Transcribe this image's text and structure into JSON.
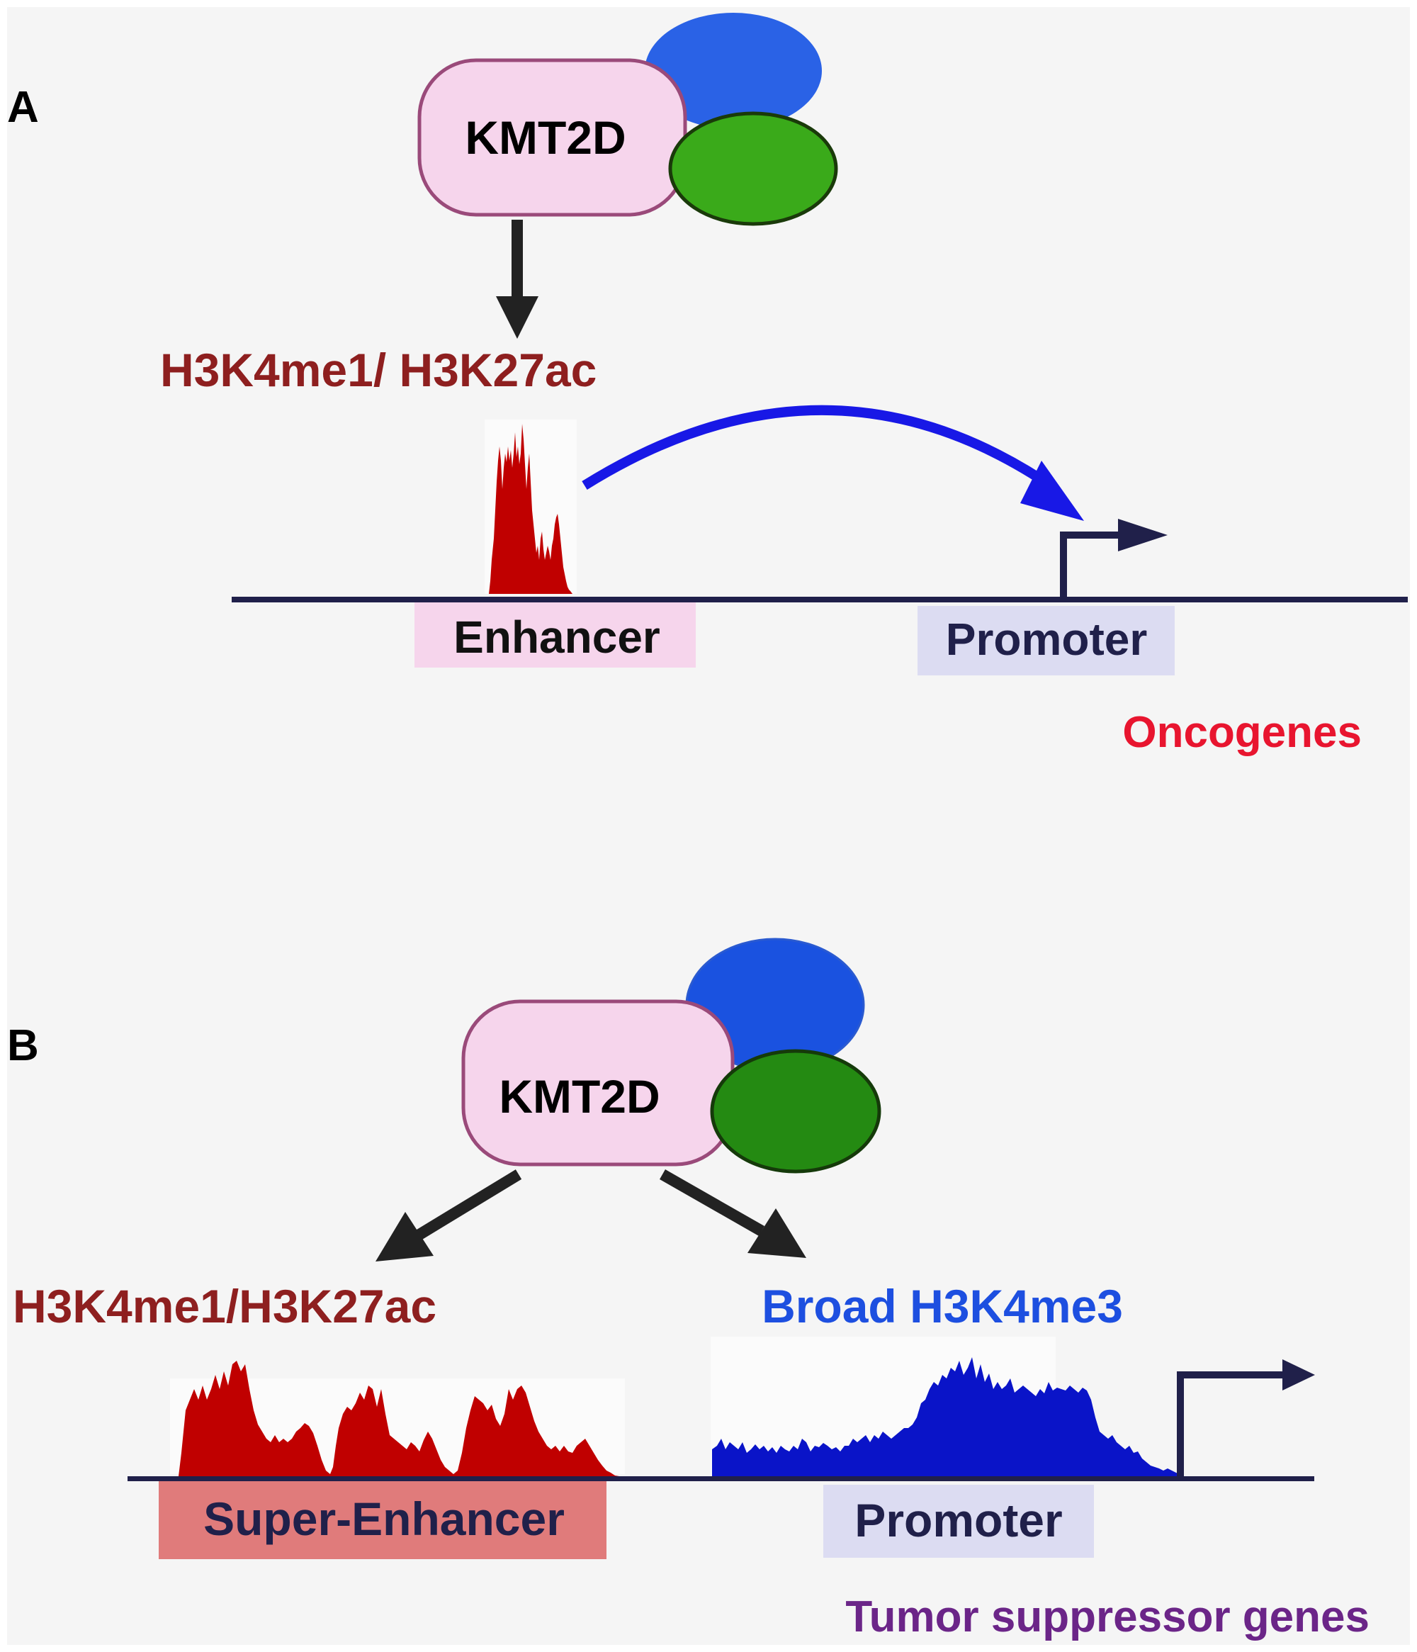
{
  "panel_a": {
    "label": "A",
    "protein": "KMT2D",
    "marks": "H3K4me1/ H3K27ac",
    "enhancer": "Enhancer",
    "promoter": "Promoter",
    "genes": "Oncogenes"
  },
  "panel_b": {
    "label": "B",
    "protein": "KMT2D",
    "marks_left": "H3K4me1/H3K27ac",
    "marks_right": "Broad H3K4me3",
    "super_enhancer": "Super-Enhancer",
    "promoter": "Promoter",
    "genes": "Tumor suppressor genes"
  },
  "colors": {
    "background": "#f5f5f5",
    "kmt2d_fill": "#f6d5ec",
    "kmt2d_stroke": "#9a4a7a",
    "blue_subunit": "#2a62e6",
    "green_subunit": "#3aaa1a",
    "green_subunit_b": "#248a12",
    "mark_red": "#8e1f1f",
    "enhancer_peak": "#c00000",
    "h3k4me3_peak": "#0a14c8",
    "h3k4me3_label": "#1d4fe0",
    "dna_line": "#20204a",
    "promoter_box": "#dcdcf2",
    "enhancer_box": "#f6d5ec",
    "super_enhancer_box": "#e07b7b",
    "oncogenes": "#e8152f",
    "tumor_suppressor": "#6b2588",
    "curved_arrow": "#1818e6"
  }
}
